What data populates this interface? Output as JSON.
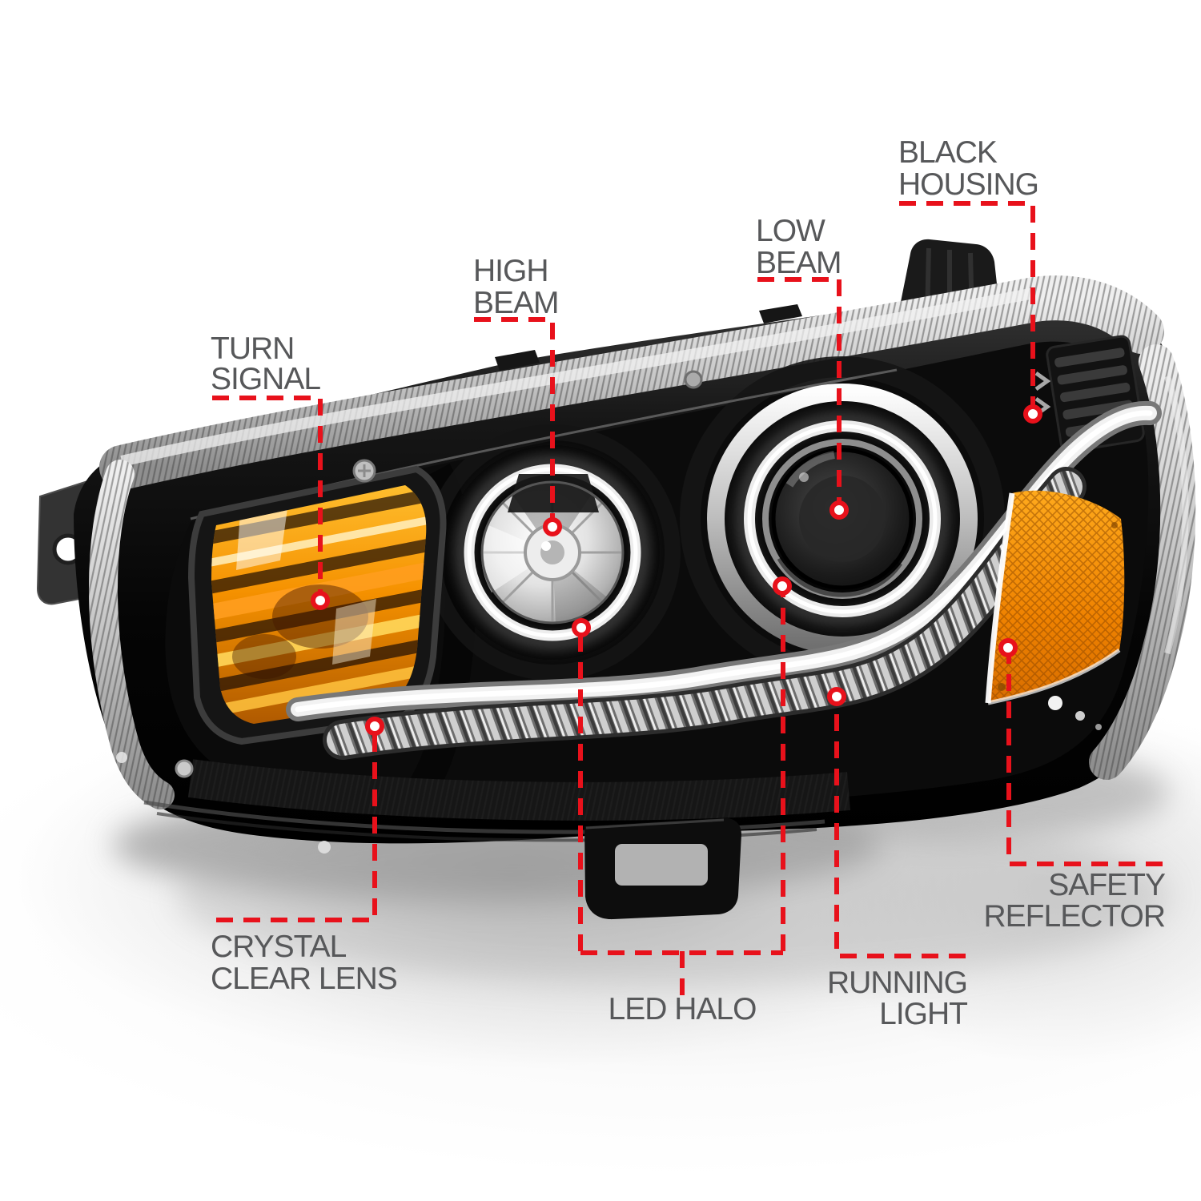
{
  "figure": {
    "kind": "annotated-product-diagram",
    "subject": "projector-headlight"
  },
  "colors": {
    "callout_red": "#E8111B",
    "label_text_gray": "#57585A",
    "amber_reflector": "#F59100",
    "housing_black": "#0A0A0A",
    "background": "#FFFFFF"
  },
  "callouts": [
    {
      "id": "turn-signal",
      "lines": [
        "TURN",
        "SIGNAL"
      ]
    },
    {
      "id": "high-beam",
      "lines": [
        "HIGH",
        "BEAM"
      ]
    },
    {
      "id": "low-beam",
      "lines": [
        "LOW",
        "BEAM"
      ]
    },
    {
      "id": "black-housing",
      "lines": [
        "BLACK",
        "HOUSING"
      ]
    },
    {
      "id": "crystal-clear-lens",
      "lines": [
        "CRYSTAL",
        "CLEAR LENS"
      ]
    },
    {
      "id": "led-halo",
      "lines": [
        "LED HALO"
      ]
    },
    {
      "id": "running-light",
      "lines": [
        "RUNNING",
        "LIGHT"
      ]
    },
    {
      "id": "safety-reflector",
      "lines": [
        "SAFETY",
        "REFLECTOR"
      ]
    }
  ]
}
